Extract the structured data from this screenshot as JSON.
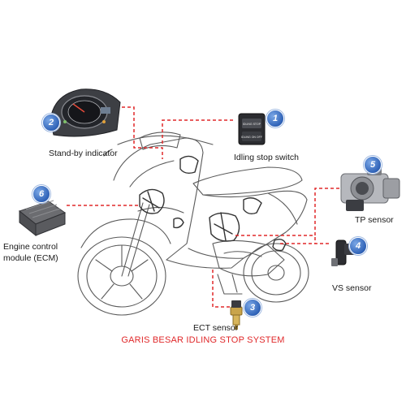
{
  "diagram": {
    "title": "GARIS BESAR IDLING STOP SYSTEM",
    "components": [
      {
        "number": "1",
        "label": "Idling stop switch"
      },
      {
        "number": "2",
        "label": "Stand-by indicator"
      },
      {
        "number": "3",
        "label": "ECT sensor"
      },
      {
        "number": "4",
        "label": "VS sensor"
      },
      {
        "number": "5",
        "label": "TP sensor"
      },
      {
        "number": "6",
        "label": "Engine control module (ECM)",
        "label_line1": "Engine control",
        "label_line2": "module (ECM)"
      }
    ],
    "switch_text": {
      "top": "IDLING STOP",
      "bottom": "IDLING ON OFF"
    },
    "colors": {
      "connector": "#e0282a",
      "badge": "#2f62b7",
      "title": "#e0282a",
      "line_art": "#555555"
    }
  }
}
